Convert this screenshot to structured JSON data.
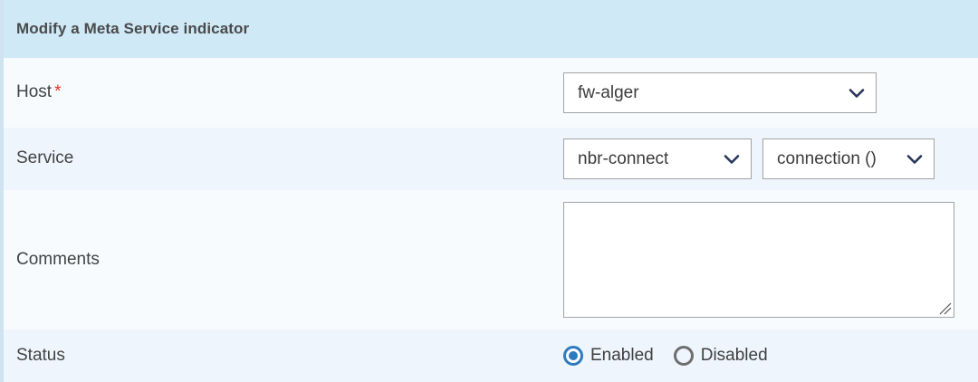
{
  "header": {
    "title": "Modify a Meta Service indicator",
    "background": "#cfe9f7",
    "text_color": "#4a4a4a"
  },
  "form": {
    "rows": [
      {
        "id": "host",
        "label": "Host",
        "required": true,
        "required_marker": "*",
        "control": "select",
        "value": "fw-alger"
      },
      {
        "id": "service",
        "label": "Service",
        "required": false,
        "control": "select-pair",
        "service_value": "nbr-connect",
        "metric_value": "connection ()"
      },
      {
        "id": "comments",
        "label": "Comments",
        "required": false,
        "control": "textarea",
        "value": "",
        "placeholder": ""
      },
      {
        "id": "status",
        "label": "Status",
        "required": false,
        "control": "radio-group",
        "options": [
          {
            "label": "Enabled",
            "selected": true
          },
          {
            "label": "Disabled",
            "selected": false
          }
        ]
      }
    ]
  },
  "icons": {
    "chevron_down": "chevron-down-icon",
    "resize_grip": "resize-grip-icon"
  },
  "colors": {
    "header_bg": "#cfe9f7",
    "row_odd_bg": "#f7fbfe",
    "row_even_bg": "#eef5fc",
    "left_border": "#cfe3f0",
    "field_border": "#a3a3a3",
    "chevron": "#28355c",
    "required_star": "#e8332a",
    "radio_selected": "#2e7bbf",
    "radio_unselected": "#6e6e6e",
    "label_text": "#434343"
  }
}
